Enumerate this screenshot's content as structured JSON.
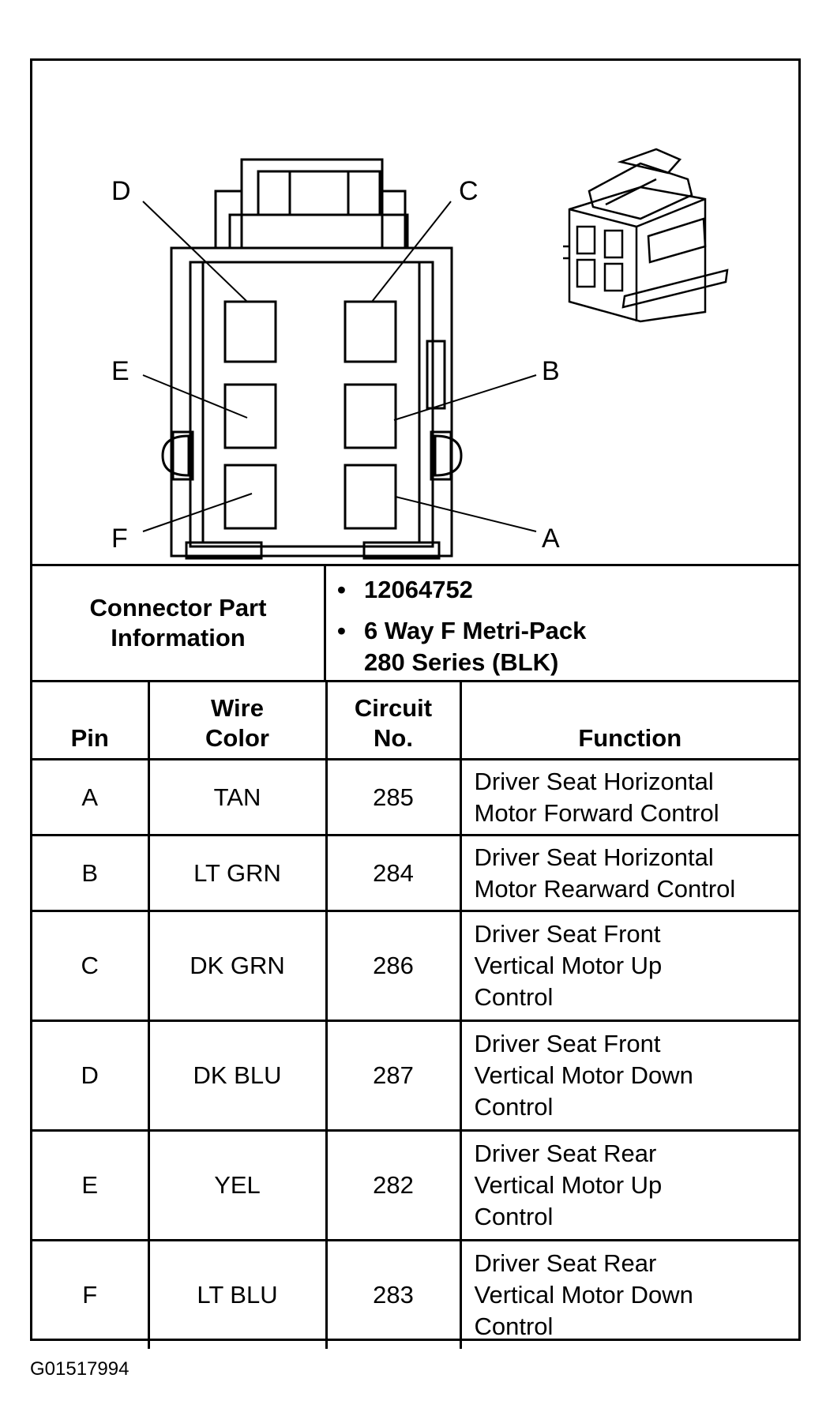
{
  "diagram": {
    "pin_labels": [
      "D",
      "C",
      "E",
      "B",
      "F",
      "A"
    ]
  },
  "connector_info": {
    "label_line1": "Connector Part",
    "label_line2": "Information",
    "part_number": "12064752",
    "description_line1": "6 Way F Metri-Pack",
    "description_line2": "280 Series (BLK)"
  },
  "table": {
    "headers": {
      "pin": "Pin",
      "wire_color_line1": "Wire",
      "wire_color_line2": "Color",
      "circuit_line1": "Circuit",
      "circuit_line2": "No.",
      "function": "Function"
    },
    "rows": [
      {
        "pin": "A",
        "color": "TAN",
        "circuit": "285",
        "function": [
          "Driver Seat Horizontal",
          "Motor Forward Control"
        ]
      },
      {
        "pin": "B",
        "color": "LT GRN",
        "circuit": "284",
        "function": [
          "Driver Seat Horizontal",
          "Motor Rearward Control"
        ]
      },
      {
        "pin": "C",
        "color": "DK GRN",
        "circuit": "286",
        "function": [
          "Driver Seat Front",
          "Vertical Motor Up",
          "Control"
        ]
      },
      {
        "pin": "D",
        "color": "DK BLU",
        "circuit": "287",
        "function": [
          "Driver Seat Front",
          "Vertical Motor Down",
          "Control"
        ]
      },
      {
        "pin": "E",
        "color": "YEL",
        "circuit": "282",
        "function": [
          "Driver Seat Rear",
          "Vertical Motor Up",
          "Control"
        ]
      },
      {
        "pin": "F",
        "color": "LT BLU",
        "circuit": "283",
        "function": [
          "Driver Seat Rear",
          "Vertical Motor Down",
          "Control"
        ]
      }
    ]
  },
  "figure_id": "G01517994"
}
